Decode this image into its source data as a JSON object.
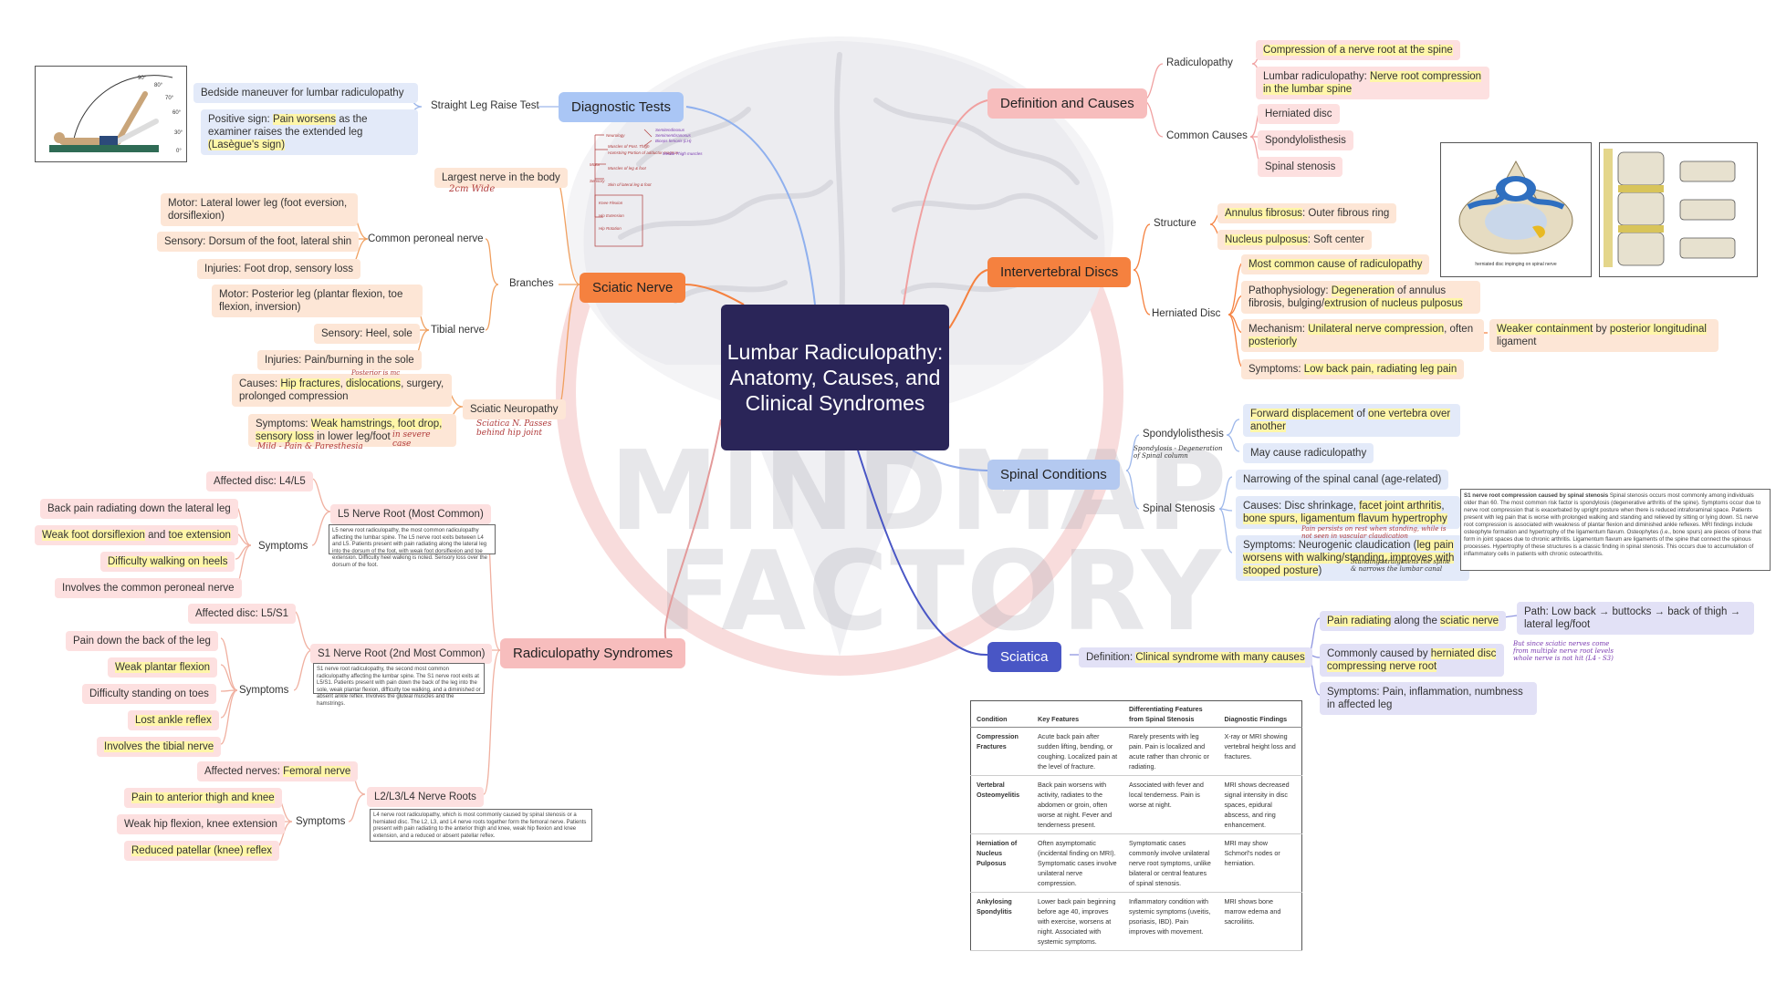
{
  "center": {
    "title": "Lumbar Radiculopathy: Anatomy, Causes, and Clinical Syndromes"
  },
  "watermark": {
    "line1": "MINDMAP",
    "line2": "FACTORY"
  },
  "diagnostic": {
    "title": "Diagnostic Tests",
    "slr": "Straight Leg Raise Test",
    "bedside": "Bedside maneuver for lumbar radiculopathy",
    "positive_pre": "Positive sign: ",
    "positive_hl": "Pain worsens",
    "positive_post": " as the examiner raises the extended leg ",
    "positive_hl2": "(Lasègue's sign)",
    "fig_angles": [
      "90°",
      "80°",
      "70°",
      "60°",
      "30°",
      "0°"
    ]
  },
  "sciatic": {
    "title": "Sciatic Nerve",
    "largest": "Largest nerve in the body",
    "largest_note": "2cm  Wide",
    "branches": "Branches",
    "common_peroneal": "Common peroneal nerve",
    "cp_motor": "Motor: Lateral lower leg (foot eversion, dorsiflexion)",
    "cp_sensory": "Sensory: Dorsum of the foot, lateral shin",
    "cp_injuries": "Injuries: Foot drop, sensory loss",
    "tibial": "Tibial nerve",
    "tib_motor": "Motor: Posterior leg (plantar flexion, toe flexion, inversion)",
    "tib_sensory": "Sensory: Heel, sole",
    "tib_injuries": "Injuries: Pain/burning in the sole",
    "neuropathy": "Sciatic Neuropathy",
    "neuro_note": "Sciatica N. Passes behind hip joint",
    "causes_pre": "Causes: ",
    "causes_hl1": "Hip fractures",
    "causes_mid": ", ",
    "causes_hl2": "dislocations",
    "causes_post": ", surgery, prolonged compression",
    "causes_note": "Posterior is mc",
    "symptoms_pre": "Symptoms: ",
    "symptoms_hl1": "Weak hamstrings, foot drop, sensory loss",
    "symptoms_post": " in lower leg/foot",
    "symptoms_note1": "in severe case",
    "symptoms_note2": "Mild - Pain & Paresthesia",
    "sketch_lines": [
      "Neurology",
      "Motor",
      "Muscles of Post. Thigh",
      "Hamstring Portion of adductor magnus",
      "Muscles of leg & foot",
      "Sensory",
      "Skin of lateral leg & foot",
      "Knee Flexion",
      "Hip Extension",
      "Hip Rotation",
      "Semitendinosus",
      "Semimembranosus",
      "Biceps femoris (LH)",
      "Medial Thigh muscles"
    ]
  },
  "syndromes": {
    "title": "Radiculopathy Syndromes",
    "l5": "L5 Nerve Root (Most Common)",
    "l5_disc": "Affected disc: L4/L5",
    "l5_symptoms": "Symptoms",
    "l5_s1": "Back pain radiating down the lateral leg",
    "l5_s2_hl": "Weak foot dorsiflexion",
    "l5_s2_mid": " and ",
    "l5_s2_hl2": "toe extension",
    "l5_s3": "Difficulty walking on heels",
    "l5_s4": "Involves the common peroneal nerve",
    "l5_note": "L5 nerve root radiculopathy, the most common radiculopathy affecting the lumbar spine. The L5 nerve root exits between L4 and L5. Patients present with pain radiating along the lateral leg into the dorsum of the foot, with weak foot dorsiflexion and toe extension. Difficulty heel walking is noted. Sensory loss over the dorsum of the foot.",
    "s1": "S1 Nerve Root (2nd Most Common)",
    "s1_disc": "Affected disc: L5/S1",
    "s1_symptoms": "Symptoms",
    "s1_s1": "Pain down the back of the leg",
    "s1_s2": "Weak plantar flexion",
    "s1_s3": "Difficulty standing on toes",
    "s1_s4": "Lost ankle reflex",
    "s1_s5": "Involves the tibial nerve",
    "s1_note": "S1 nerve root radiculopathy, the second most common radiculopathy affecting the lumbar spine. The S1 nerve root exits at L5/S1. Patients present with pain down the back of the leg into the sole, weak plantar flexion, difficulty toe walking, and a diminished or absent ankle reflex. Involves the gluteal muscles and the hamstrings.",
    "l234": "L2/L3/L4 Nerve Roots",
    "l234_affected_pre": "Affected nerves: ",
    "l234_affected_hl": "Femoral nerve",
    "l234_symptoms": "Symptoms",
    "l234_s1": "Pain to anterior thigh and knee",
    "l234_s2": "Weak hip flexion, knee extension",
    "l234_s3": "Reduced patellar (knee) reflex",
    "l234_note": "L4 nerve root radiculopathy, which is most commonly caused by spinal stenosis or a herniated disc. The L2, L3, and L4 nerve roots together form the femoral nerve. Patients present with pain radiating to the anterior thigh and knee, weak hip flexion and knee extension, and a reduced or absent patellar reflex."
  },
  "definition": {
    "title": "Definition and Causes",
    "radiculopathy": "Radiculopathy",
    "rad1": "Compression of a nerve root at the spine",
    "rad2_pre": "Lumbar radiculopathy: ",
    "rad2_hl": "Nerve root compression in the lumbar spine",
    "common": "Common Causes",
    "c1": "Herniated disc",
    "c2": "Spondylolisthesis",
    "c3": "Spinal stenosis"
  },
  "discs": {
    "title": "Intervertebral Discs",
    "structure": "Structure",
    "annulus_hl": "Annulus fibrosus",
    "annulus_post": ": Outer fibrous ring",
    "nucleus_hl": "Nucleus pulposus",
    "nucleus_post": ": Soft center",
    "herniated": "Herniated Disc",
    "h1": "Most common cause of radiculopathy",
    "h2_pre": "Pathophysiology: ",
    "h2_hl": "Degeneration",
    "h2_mid": " of annulus fibrosis, bulging/",
    "h2_hl2": "extrusion of nucleus pulposus",
    "h3_pre": "Mechanism: ",
    "h3_hl": "Unilateral nerve compression",
    "h3_post": ", often ",
    "h3_hl2": "posteriorly",
    "h3_sub_hl": "Weaker containment",
    "h3_sub_mid": " by ",
    "h3_sub_hl2": "posterior longitudinal",
    "h3_sub_post": " ligament",
    "h4_pre": "Symptoms: ",
    "h4_hl": "Low back pain, radiating leg pain",
    "img_caption": "herniated disc impinging on spinal nerve"
  },
  "conditions": {
    "title": "Spinal Conditions",
    "spondylo": "Spondylolisthesis",
    "spondylo_note": "Spondylosis - Degeneration of Spinal column",
    "sp1_hl": "Forward displacement",
    "sp1_mid": " of ",
    "sp1_hl2": "one vertebra over another",
    "sp2": "May cause radiculopathy",
    "stenosis": "Spinal Stenosis",
    "st1": "Narrowing of the spinal canal (age-related)",
    "st2_pre": "Causes: Disc shrinkage, ",
    "st2_hl": "facet joint arthritis",
    "st2_mid": ", ",
    "st2_hl2": "bone spurs, ligamentum flavum hypertrophy",
    "st3_pre": "Symptoms: Neurogenic claudication (",
    "st3_hl": "leg pain worsens with walking/standing, improves with stooped posture",
    "st3_post": ")",
    "st3_note": "Pain persists on rest when standing, while is not seen in vascular claudication",
    "st3_note2": "Standing straightens the spine & narrows the lumbar canal",
    "box_title": "S1 nerve root compression caused by spinal stenosis",
    "box_text": "Spinal stenosis occurs most commonly among individuals older than 60. The most common risk factor is spondylosis (degenerative arthritis of the spine). Symptoms occur due to nerve root compression that is exacerbated by upright posture when there is reduced intraforaminal space. Patients present with leg pain that is worse with prolonged walking and standing and relieved by sitting or lying down. S1 nerve root compression is associated with weakness of plantar flexion and diminished ankle reflexes. MRI findings include osteophyte formation and hypertrophy of the ligamentum flavum. Osteophytes (i.e., bone spurs) are pieces of bone that form in joint spaces due to chronic arthritis. Ligamentum flavum are ligaments of the spine that connect the spinous processes. Hypertrophy of these structures is a classic finding in spinal stenosis. This occurs due to accumulation of inflammatory cells in patients with chronic osteoarthritis."
  },
  "sciatica": {
    "title": "Sciatica",
    "def_pre": "Definition: ",
    "def_hl": "Clinical syndrome with many causes",
    "s1_hl": "Pain radiating",
    "s1_mid": " along the ",
    "s1_hl2": "sciatic nerve",
    "s1_path": "Path: Low back → buttocks → back of thigh → lateral leg/foot",
    "s2_pre": "Commonly caused by ",
    "s2_hl": "herniated disc compressing nerve root",
    "s2_note": "But since sciatic nerves come from multiple nerve root levels whole nerve is not hit (L4 - S3)",
    "s3": "Symptoms: Pain, inflammation, numbness in affected leg"
  },
  "table": {
    "headers": [
      "Condition",
      "Key Features",
      "Differentiating Features from Spinal Stenosis",
      "Diagnostic Findings"
    ],
    "rows": [
      [
        "Compression Fractures",
        "Acute back pain after sudden lifting, bending, or coughing. Localized pain at the level of fracture.",
        "Rarely presents with leg pain. Pain is localized and acute rather than chronic or radiating.",
        "X-ray or MRI showing vertebral height loss and fractures."
      ],
      [
        "Vertebral Osteomyelitis",
        "Back pain worsens with activity, radiates to the abdomen or groin, often worse at night. Fever and tenderness present.",
        "Associated with fever and local tenderness. Pain is worse at night.",
        "MRI shows decreased signal intensity in disc spaces, epidural abscess, and ring enhancement."
      ],
      [
        "Herniation of Nucleus Pulposus",
        "Often asymptomatic (incidental finding on MRI). Symptomatic cases involve unilateral nerve compression.",
        "Symptomatic cases commonly involve unilateral nerve root symptoms, unlike bilateral or central features of spinal stenosis.",
        "MRI may show Schmorl's nodes or herniation."
      ],
      [
        "Ankylosing Spondylitis",
        "Lower back pain beginning before age 40, improves with exercise, worsens at night. Associated with systemic symptoms.",
        "Inflammatory condition with systemic symptoms (uveitis, psoriasis, IBD). Pain improves with movement.",
        "MRI shows bone marrow edema and sacroiliitis."
      ]
    ]
  }
}
